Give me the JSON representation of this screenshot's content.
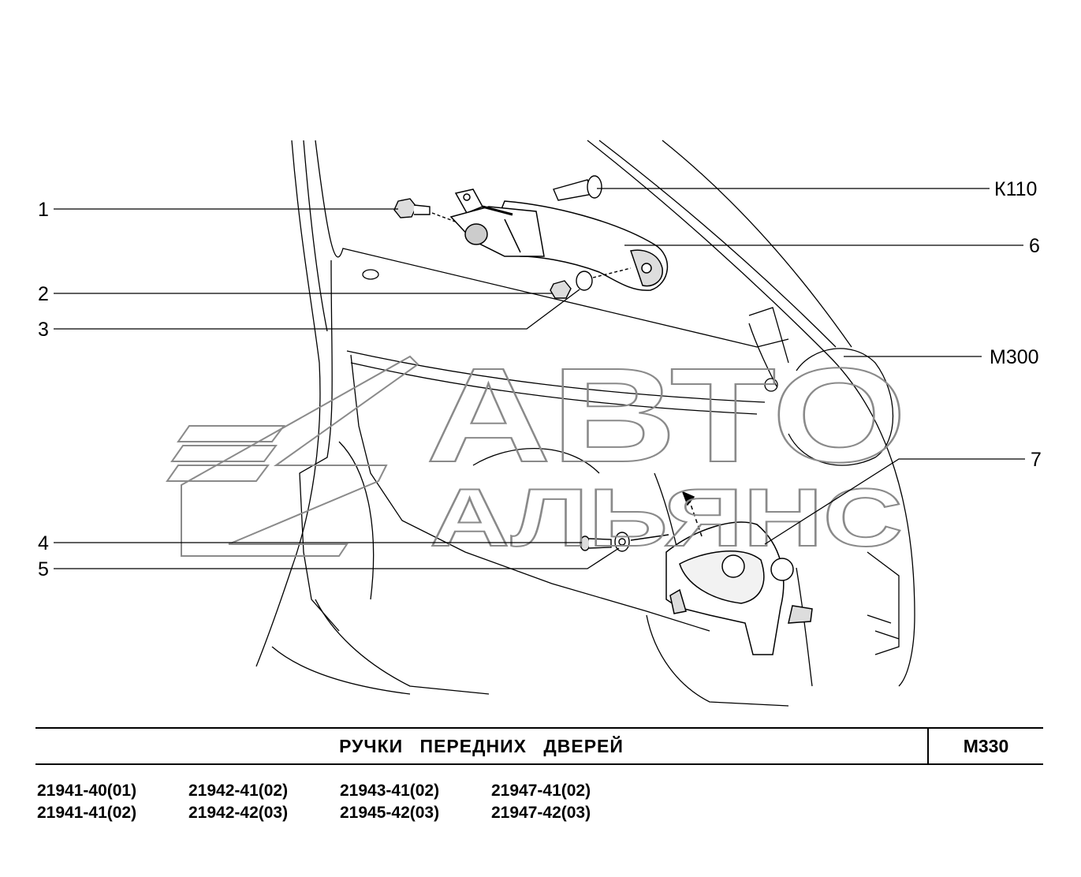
{
  "callouts": [
    {
      "id": "c1",
      "label": "1"
    },
    {
      "id": "c2",
      "label": "2"
    },
    {
      "id": "c3",
      "label": "3"
    },
    {
      "id": "c4",
      "label": "4"
    },
    {
      "id": "c5",
      "label": "5"
    },
    {
      "id": "c6",
      "label": "6"
    },
    {
      "id": "c7",
      "label": "7"
    },
    {
      "id": "k110",
      "label": "К110"
    },
    {
      "id": "m300",
      "label": "М300"
    }
  ],
  "watermark": {
    "line1": "АВТО",
    "line2": "АЛЬЯНС"
  },
  "title_block": {
    "title": "РУЧКИ ПЕРЕДНИХ ДВЕРЕЙ",
    "code": "М330"
  },
  "models": [
    "21941-40(01)",
    "21942-41(02)",
    "21943-41(02)",
    "21947-41(02)",
    "21941-41(02)",
    "21942-42(03)",
    "21945-42(03)",
    "21947-42(03)"
  ],
  "colors": {
    "line": "#000000",
    "watermark": "#8a8a8a",
    "background": "#ffffff"
  }
}
